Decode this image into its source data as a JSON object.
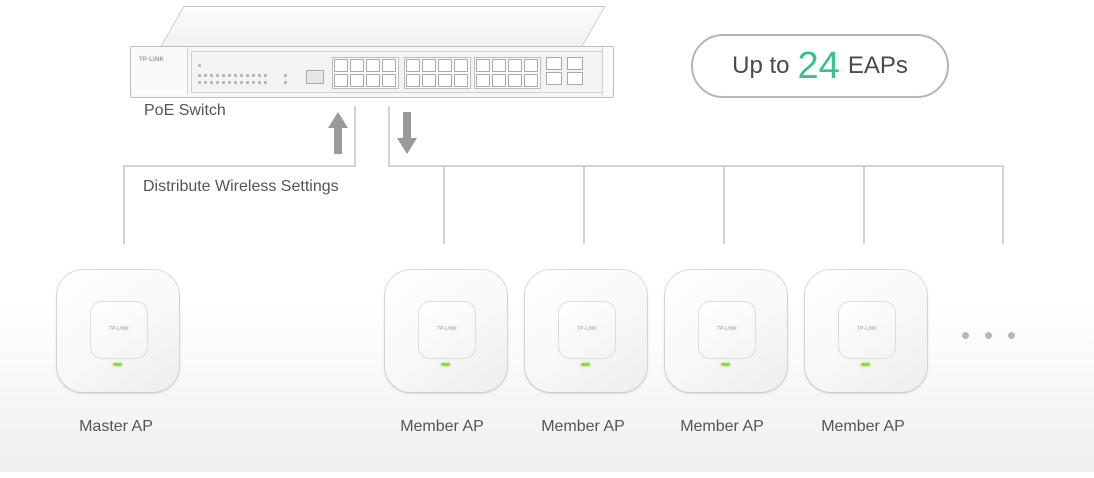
{
  "switch": {
    "label": "PoE Switch",
    "logo": "TP-LINK"
  },
  "distribute_label": "Distribute Wireless Settings",
  "capacity_badge": {
    "prefix": "Up to",
    "number": "24",
    "suffix": "EAPs",
    "accent_color": "#3dbf8a"
  },
  "access_points": [
    {
      "label": "Master AP",
      "logo": "TP-LINK"
    },
    {
      "label": "Member AP",
      "logo": "TP-LINK"
    },
    {
      "label": "Member AP",
      "logo": "TP-LINK"
    },
    {
      "label": "Member AP",
      "logo": "TP-LINK"
    },
    {
      "label": "Member AP",
      "logo": "TP-LINK"
    }
  ],
  "more_indicator": "ellipsis-icon",
  "icons": {
    "up_arrow": "arrow-up-icon",
    "down_arrow": "arrow-down-icon"
  },
  "colors": {
    "line": "#c4c4c4",
    "arrow": "#9a9a9a",
    "led": "#8fd64a"
  }
}
